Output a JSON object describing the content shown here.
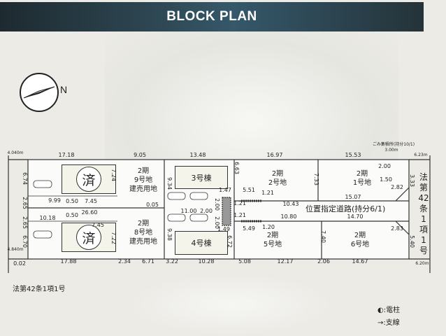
{
  "header": {
    "title": "BLOCK PLAN"
  },
  "compass": {
    "label": "N"
  },
  "lots": [
    {
      "id": "lot9",
      "lines": [
        "2期",
        "9号地",
        "建売用地"
      ]
    },
    {
      "id": "lot8",
      "lines": [
        "2期",
        "8号地",
        "建売用地"
      ]
    },
    {
      "id": "lot2",
      "lines": [
        "2期",
        "2号地"
      ]
    },
    {
      "id": "lot1",
      "lines": [
        "2期",
        "1号地"
      ]
    },
    {
      "id": "lot5",
      "lines": [
        "2期",
        "5号地"
      ]
    },
    {
      "id": "lot6",
      "lines": [
        "2期",
        "6号地"
      ]
    }
  ],
  "buildings": {
    "sold_mark": "済",
    "b3": "3号棟",
    "b4": "4号棟"
  },
  "road": {
    "label": "位置指定道路(持分6/1)",
    "public_road": "法第42条1項1号",
    "bottom_law": "法第42条1項1号"
  },
  "dimensions": [
    "4.040m",
    "17.18",
    "9.05",
    "13.48",
    "16.97",
    "15.53",
    "ごみ集積所(持分10/1)",
    "3.00m",
    "6.23m",
    "6.74",
    "2.65",
    "2.65",
    "6.70",
    "7.24",
    "9.99",
    "0.50",
    "7.45",
    "0.05",
    "26.60",
    "10.18",
    "0.50",
    "7.45",
    "7.22",
    "4.840m",
    "0.02",
    "17.88",
    "2.34",
    "6.71",
    "3.22",
    "10.28",
    "5.08",
    "12.17",
    "2.06",
    "14.67",
    "6.20m",
    "9.34",
    "9.38",
    "11.00",
    "2.00",
    "2.00",
    "2.00",
    "6.63",
    "1.47",
    "5.51",
    "1.21",
    "1.21",
    "10.43",
    "15.07",
    "2.82",
    "2.00",
    "1.50",
    "3.33",
    "7.33",
    "1.21",
    "10.80",
    "14.70",
    "1.49",
    "5.49",
    "1.20",
    "6.72",
    "2.83",
    "7.40",
    "5.40"
  ],
  "legend": [
    {
      "icon": "utility-pole-icon",
      "symbol": "◐",
      "label": ":電柱"
    },
    {
      "icon": "guy-wire-arrow-icon",
      "symbol": "→",
      "label": ":支線"
    }
  ]
}
